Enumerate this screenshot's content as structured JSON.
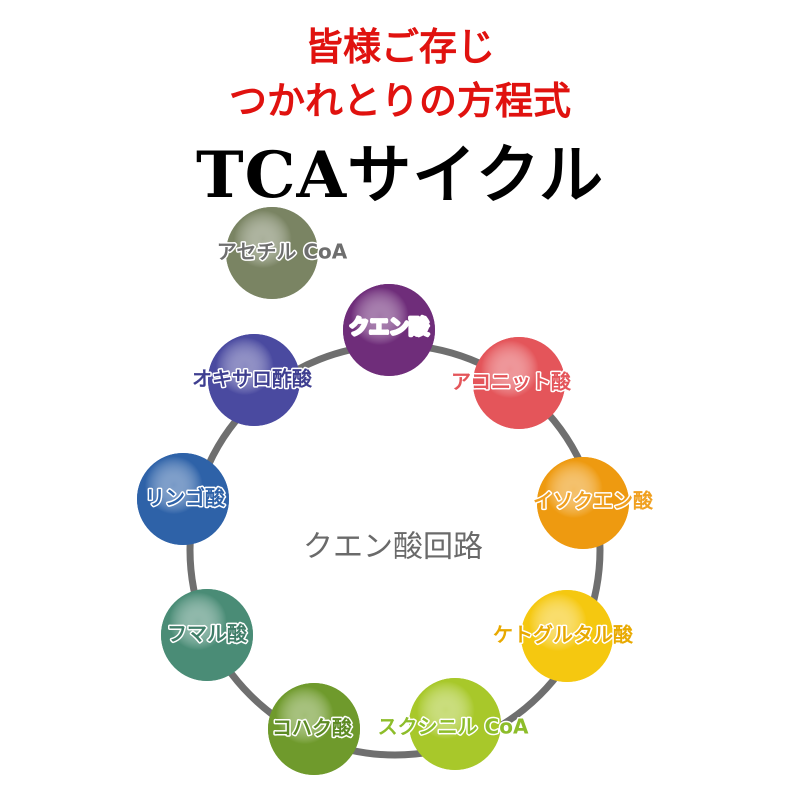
{
  "header": {
    "line1": "皆様ご存じ",
    "line2": "つかれとりの方程式",
    "title": "TCAサイクル"
  },
  "diagram": {
    "center_label": "クエン酸回路",
    "ring_color": "#6f6f6f",
    "acetyl": {
      "label": "アセチル CoA",
      "color": "#7a8463",
      "text_color": "#6e6e6e"
    },
    "nodes": [
      {
        "id": "citric",
        "label": "クエン酸",
        "color": "#6f2d7a",
        "text_color": "#ffffff"
      },
      {
        "id": "aconitic",
        "label": "アコニット酸",
        "color": "#e4555a",
        "text_color": "#e4555a"
      },
      {
        "id": "isocitric",
        "label": "イソクエン酸",
        "color": "#ee9a10",
        "text_color": "#f0a020"
      },
      {
        "id": "ketoglutaric",
        "label": "ケトグルタル酸",
        "color": "#f5c810",
        "text_color": "#e8a900"
      },
      {
        "id": "succinylcoa",
        "label": "スクシニル CoA",
        "color": "#a8c82a",
        "text_color": "#8dbd2a"
      },
      {
        "id": "succinic",
        "label": "コハク酸",
        "color": "#6f9a2c",
        "text_color": "#5c8a24"
      },
      {
        "id": "fumaric",
        "label": "フマル酸",
        "color": "#4a8c76",
        "text_color": "#3f7d68"
      },
      {
        "id": "malic",
        "label": "リンゴ酸",
        "color": "#2e62a8",
        "text_color": "#2e62a8"
      },
      {
        "id": "oxaloacetic",
        "label": "オキサロ酢酸",
        "color": "#4a4aa0",
        "text_color": "#3e3e90"
      }
    ]
  }
}
